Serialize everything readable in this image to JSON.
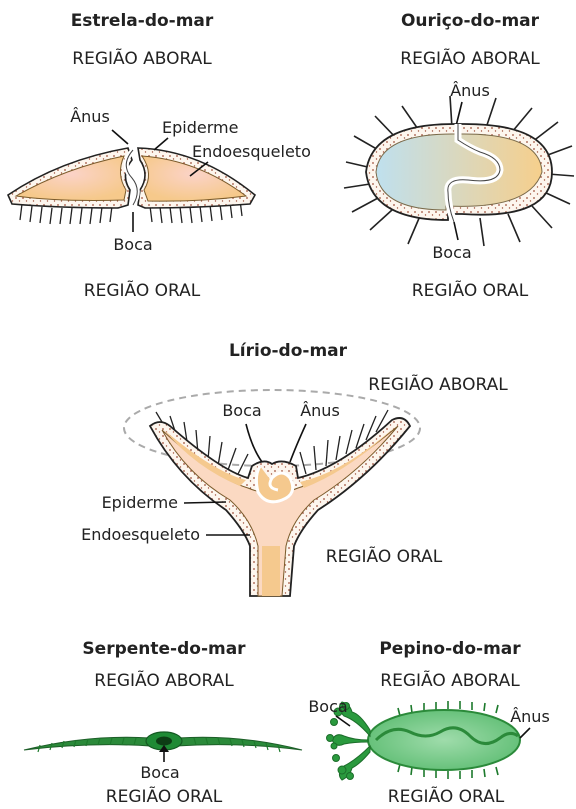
{
  "starfish": {
    "title": "Estrela-do-mar",
    "aboral": "REGIÃO ABORAL",
    "oral": "REGIÃO ORAL",
    "anus": "Ânus",
    "epidermis": "Epiderme",
    "endoskeleton": "Endoesqueleto",
    "mouth": "Boca"
  },
  "urchin": {
    "title": "Ouriço-do-mar",
    "aboral": "REGIÃO ABORAL",
    "oral": "REGIÃO ORAL",
    "anus": "Ânus",
    "mouth": "Boca"
  },
  "crinoid": {
    "title": "Lírio-do-mar",
    "aboral": "REGIÃO ABORAL",
    "oral": "REGIÃO ORAL",
    "mouth": "Boca",
    "anus": "Ânus",
    "epidermis": "Epiderme",
    "endoskeleton": "Endoesqueleto"
  },
  "brittlestar": {
    "title": "Serpente-do-mar",
    "aboral": "REGIÃO ABORAL",
    "oral": "REGIÃO ORAL",
    "mouth": "Boca"
  },
  "seacucumber": {
    "title": "Pepino-do-mar",
    "aboral": "REGIÃO ABORAL",
    "oral": "REGIÃO ORAL",
    "mouth": "Boca",
    "anus": "Ânus"
  },
  "colors": {
    "body_fill": "#f5c98e",
    "endoskeleton_fill": "#fbe3c8",
    "epidermis_stroke": "#222222",
    "green_body": "#7fcf8f",
    "green_dark": "#1d7a2c"
  }
}
